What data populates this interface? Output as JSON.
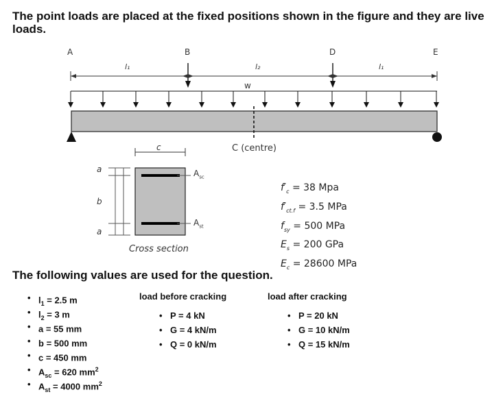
{
  "intro_text": "The point loads are placed at the fixed positions shown in the figure and they are live loads.",
  "figure": {
    "point_labels": [
      "A",
      "B",
      "D",
      "E"
    ],
    "span_labels": {
      "l1_left": "l₁",
      "l2": "l₂",
      "l1_right": "l₁"
    },
    "udl_label": "w",
    "centre_label": "C (centre)",
    "section": {
      "width_label": "c",
      "top_cover": "a",
      "depth": "b",
      "bottom_cover": "a",
      "top_steel": "A_sc",
      "bottom_steel": "A_st",
      "caption": "Cross section"
    },
    "material_properties": [
      {
        "symbol": "f′c",
        "sub": "c",
        "value": "= 38 Mpa"
      },
      {
        "symbol": "f′ct.f",
        "sub": "ct.f",
        "value": "= 3.5 MPa"
      },
      {
        "symbol": "fsy",
        "sub": "sy",
        "value": "= 500 MPa"
      },
      {
        "symbol": "Es",
        "sub": "s",
        "value": "= 200 GPa"
      },
      {
        "symbol": "Ec",
        "sub": "c",
        "value": "= 28600 MPa"
      }
    ]
  },
  "question_heading": "The following values are used for the question.",
  "given_values": [
    {
      "name": "l",
      "sub": "1",
      "sup": "",
      "value": " = 2.5 m"
    },
    {
      "name": "l",
      "sub": "2",
      "sup": "",
      "value": " = 3 m"
    },
    {
      "name": "a",
      "sub": "",
      "sup": "",
      "value": " = 55 mm"
    },
    {
      "name": "b",
      "sub": "",
      "sup": "",
      "value": " = 500 mm"
    },
    {
      "name": "c",
      "sub": "",
      "sup": "",
      "value": " = 450 mm"
    },
    {
      "name": "A",
      "sub": "sc",
      "sup": "2",
      "value": " = 620 mm"
    },
    {
      "name": "A",
      "sub": "st",
      "sup": "2",
      "value": " = 4000 mm"
    }
  ],
  "load_before_cracking": {
    "title": "load before cracking",
    "items": [
      "P = 4 kN",
      "G = 4 kN/m",
      "Q = 0 kN/m"
    ]
  },
  "load_after_cracking": {
    "title": "load after cracking",
    "items": [
      "P = 20 kN",
      "G = 10 kN/m",
      "Q = 15 kN/m"
    ]
  }
}
